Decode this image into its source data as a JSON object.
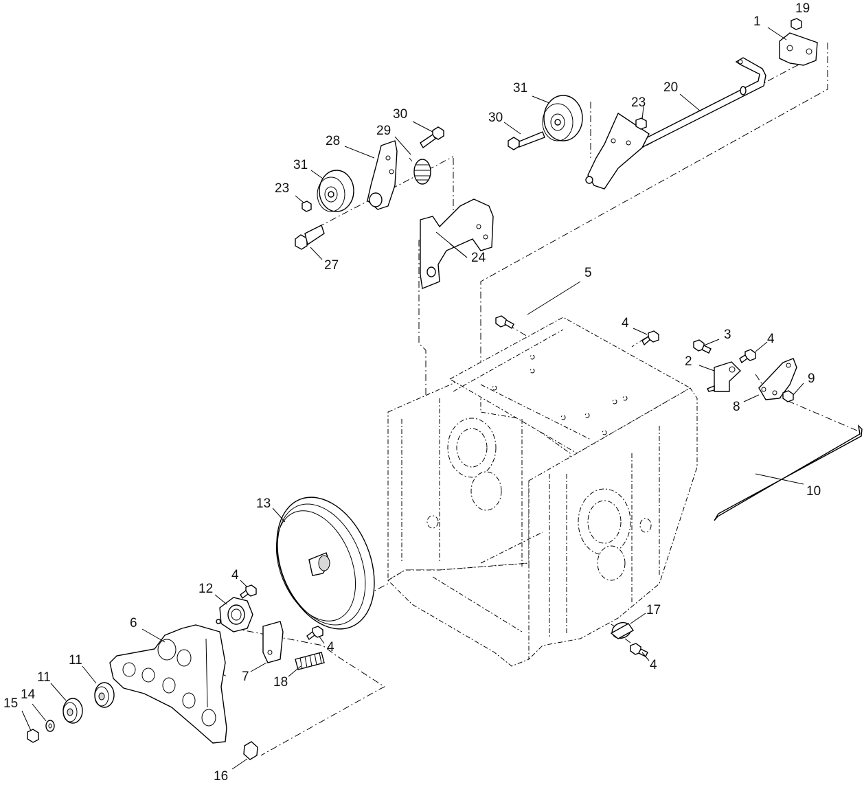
{
  "callouts": {
    "c1": "1",
    "c19": "19",
    "c20": "20",
    "c31a": "31",
    "c23a": "23",
    "c30a": "30",
    "c30b": "30",
    "c29": "29",
    "c28": "28",
    "c31b": "31",
    "c23b": "23",
    "c24": "24",
    "c27": "27",
    "c5": "5",
    "c4a": "4",
    "c3": "3",
    "c4b": "4",
    "c2": "2",
    "c9": "9",
    "c8": "8",
    "c10": "10",
    "c13": "13",
    "c4c": "4",
    "c12": "12",
    "c6": "6",
    "c4d": "4",
    "c7": "7",
    "c18": "18",
    "c11a": "11",
    "c11b": "11",
    "c15": "15",
    "c14": "14",
    "c16": "16",
    "c17": "17",
    "c4e": "4"
  }
}
